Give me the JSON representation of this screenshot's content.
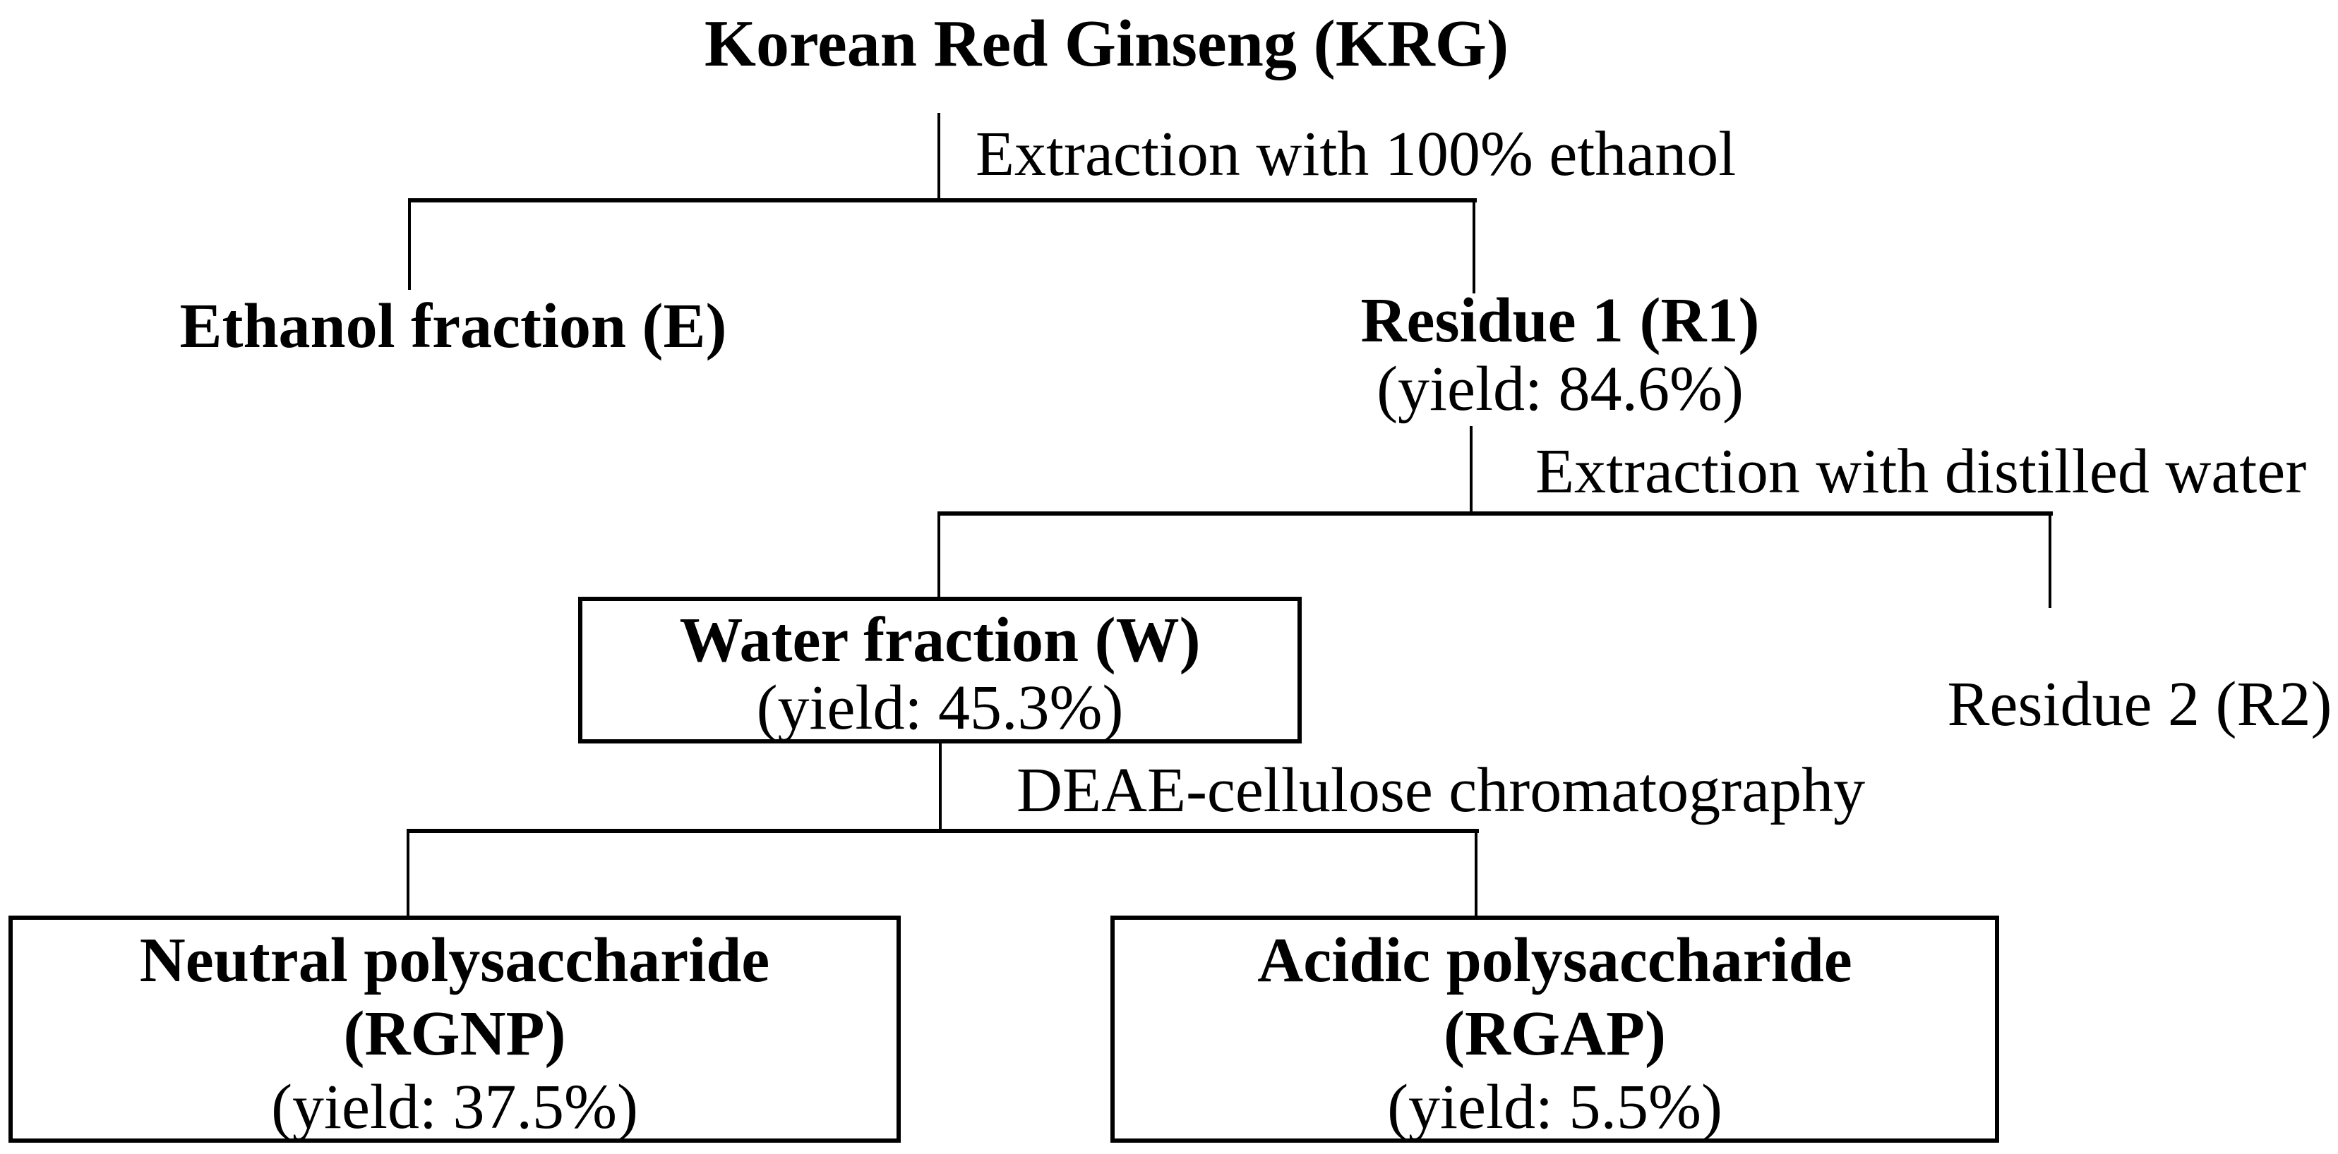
{
  "diagram": {
    "title": "Korean Red Ginseng (KRG)",
    "processes": {
      "ethanol_extraction": "Extraction with 100% ethanol",
      "water_extraction": "Extraction with distilled water",
      "chromatography": "DEAE-cellulose chromatography"
    },
    "nodes": {
      "ethanol_fraction": {
        "label": "Ethanol fraction (E)"
      },
      "residue1": {
        "label": "Residue 1 (R1)",
        "yield": "(yield: 84.6%)"
      },
      "water_fraction": {
        "label": "Water fraction (W)",
        "yield": "(yield: 45.3%)"
      },
      "residue2": {
        "label": "Residue 2 (R2)"
      },
      "neutral_polysaccharide": {
        "label": "Neutral polysaccharide",
        "abbr": "(RGNP)",
        "yield": "(yield: 37.5%)"
      },
      "acidic_polysaccharide": {
        "label": "Acidic polysaccharide",
        "abbr": "(RGAP)",
        "yield": "(yield: 5.5%)"
      }
    },
    "colors": {
      "text": "#000000",
      "line": "#000000",
      "background": "#ffffff"
    }
  }
}
